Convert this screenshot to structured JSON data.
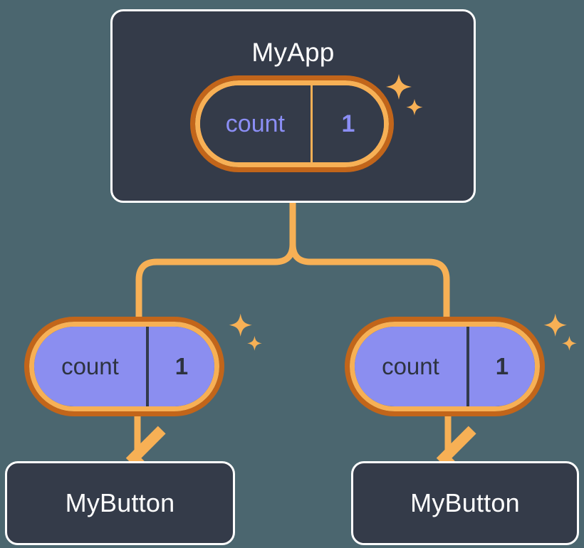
{
  "diagram": {
    "type": "component-state-tree",
    "title": "React component tree with shared count state",
    "background_color": "#4b666f"
  },
  "colors": {
    "background": "#4b666f",
    "card_fill": "#343b49",
    "card_border": "#ffffff",
    "pill_border_inner": "#f7b055",
    "pill_border_outer": "#c2651a",
    "pill_child_fill": "#8b8ef0",
    "state_text_purple": "#8b8ef5",
    "connector": "#f7b055",
    "sparkle": "#f7b055",
    "divider_dark": "#333a4d"
  },
  "root": {
    "label": "MyApp",
    "state": {
      "key": "count",
      "value": "1"
    },
    "sparkle": "sparkles-icon"
  },
  "children": [
    {
      "id": "left",
      "state": {
        "key": "count",
        "value": "1"
      },
      "sparkle": "sparkles-icon",
      "component": {
        "label": "MyButton"
      }
    },
    {
      "id": "right",
      "state": {
        "key": "count",
        "value": "1"
      },
      "sparkle": "sparkles-icon",
      "component": {
        "label": "MyButton"
      }
    }
  ]
}
